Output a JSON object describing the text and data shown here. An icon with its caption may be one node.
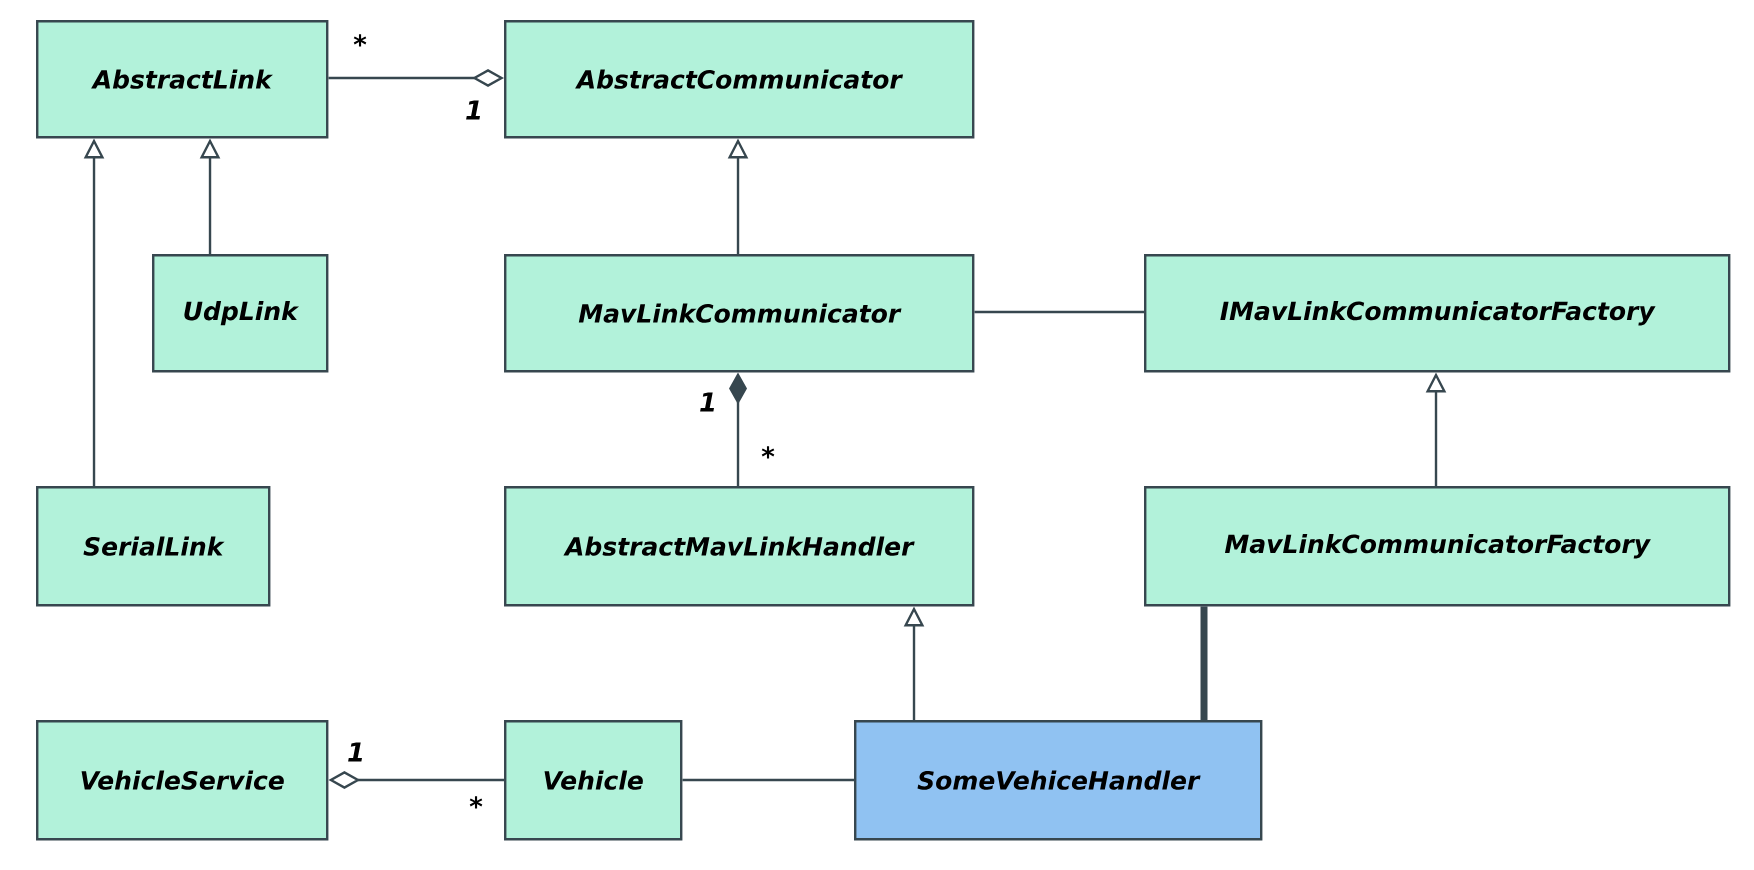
{
  "diagram": {
    "nodes": [
      {
        "text": [
          "AbstractLink"
        ]
      },
      {
        "text": [
          "AbstractCommunicator"
        ]
      },
      {
        "text": [
          "UdpLink"
        ]
      },
      {
        "text": [
          "MavLinkCommunicator"
        ]
      },
      {
        "text": [
          "IMavLinkCommunicatorFactory"
        ]
      },
      {
        "text": [
          "SerialLink"
        ]
      },
      {
        "text": [
          "AbstractMavLinkHandler"
        ]
      },
      {
        "text": [
          "MavLinkCommunicatorFactory"
        ]
      },
      {
        "text": [
          "VehicleService"
        ]
      },
      {
        "text": [
          "Vehicle"
        ]
      },
      {
        "text": [
          "SomeVehiceHandler"
        ]
      }
    ],
    "edges": [
      {
        "from": 0,
        "to": 1,
        "arrow": "other"
      },
      {
        "from": 3,
        "to": 1,
        "arrow": "to"
      },
      {
        "from": 2,
        "to": 0,
        "arrow": "to"
      },
      {
        "from": 5,
        "to": 0,
        "arrow": "to"
      },
      {
        "from": 3,
        "to": 4,
        "arrow": "none"
      },
      {
        "from": 6,
        "to": 3,
        "arrow": "other"
      },
      {
        "from": 7,
        "to": 4,
        "arrow": "to"
      },
      {
        "from": 10,
        "to": 6,
        "arrow": "to"
      },
      {
        "from": 10,
        "to": 7,
        "arrow": "none",
        "style": "thick"
      },
      {
        "from": 9,
        "to": 8,
        "arrow": "other"
      },
      {
        "from": 9,
        "to": 10,
        "arrow": "none"
      }
    ],
    "labels": [
      "*",
      "1",
      "1",
      "*",
      "1",
      "*"
    ]
  }
}
